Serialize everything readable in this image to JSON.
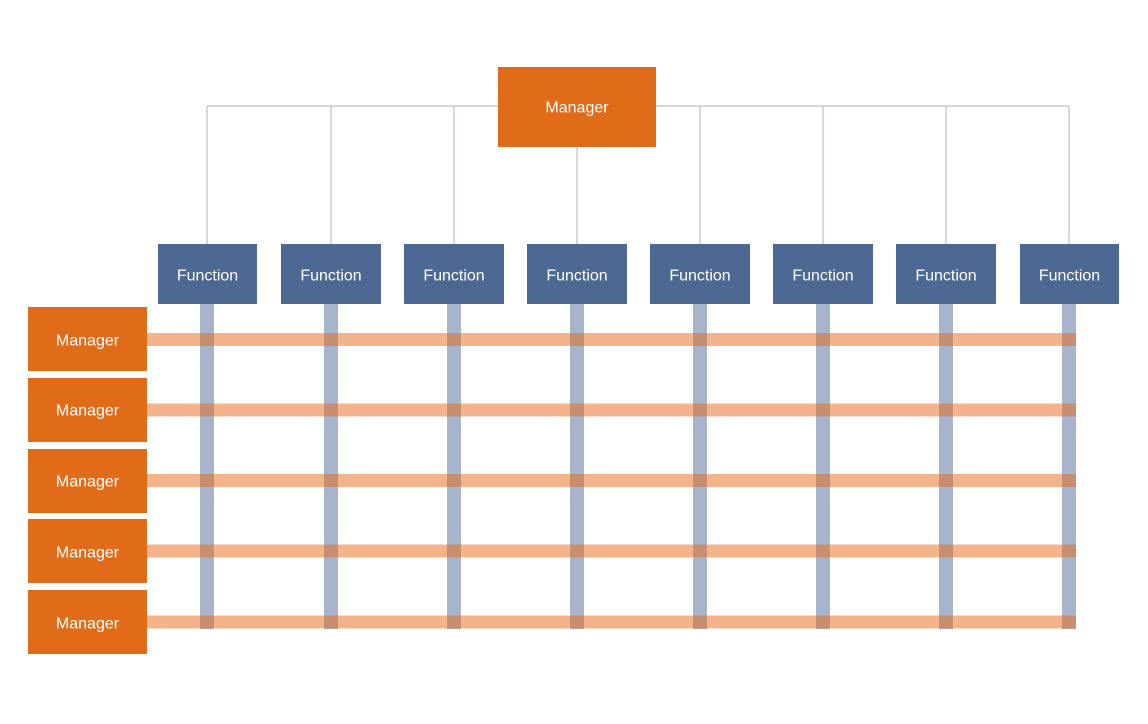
{
  "top_manager": {
    "label": "Manager"
  },
  "functions": [
    {
      "label": "Function"
    },
    {
      "label": "Function"
    },
    {
      "label": "Function"
    },
    {
      "label": "Function"
    },
    {
      "label": "Function"
    },
    {
      "label": "Function"
    },
    {
      "label": "Function"
    },
    {
      "label": "Function"
    }
  ],
  "row_managers": [
    {
      "label": "Manager"
    },
    {
      "label": "Manager"
    },
    {
      "label": "Manager"
    },
    {
      "label": "Manager"
    },
    {
      "label": "Manager"
    }
  ],
  "colors": {
    "manager_fill": "#e06b19",
    "function_fill": "#4c6893",
    "row_band": "#f3b48c",
    "column_band": "#a6b5cc",
    "intersection": "#c78f70",
    "connector": "#a7b3c0",
    "background": "#ffffff"
  }
}
